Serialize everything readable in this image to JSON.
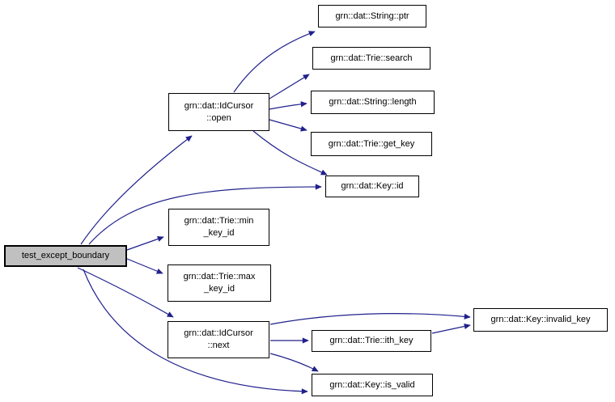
{
  "diagram": {
    "type": "call-graph",
    "colors": {
      "edge": "#20208c",
      "node_border": "#000000",
      "node_fill": "#ffffff",
      "highlight_fill": "#c0c0c0",
      "background": "#ffffff",
      "text": "#000000"
    },
    "nodes": {
      "test_except_boundary": {
        "label": "test_except_boundary",
        "highlighted": true
      },
      "idcursor_open": {
        "line1": "grn::dat::IdCursor",
        "line2": "::open"
      },
      "string_ptr": {
        "label": "grn::dat::String::ptr"
      },
      "trie_search": {
        "label": "grn::dat::Trie::search"
      },
      "string_length": {
        "label": "grn::dat::String::length"
      },
      "trie_get_key": {
        "label": "grn::dat::Trie::get_key"
      },
      "key_id": {
        "label": "grn::dat::Key::id"
      },
      "trie_min_key_id": {
        "line1": "grn::dat::Trie::min",
        "line2": "_key_id"
      },
      "trie_max_key_id": {
        "line1": "grn::dat::Trie::max",
        "line2": "_key_id"
      },
      "idcursor_next": {
        "line1": "grn::dat::IdCursor",
        "line2": "::next"
      },
      "key_invalid_key": {
        "label": "grn::dat::Key::invalid_key"
      },
      "trie_ith_key": {
        "label": "grn::dat::Trie::ith_key"
      },
      "key_is_valid": {
        "label": "grn::dat::Key::is_valid"
      }
    },
    "edges": [
      {
        "from": "test_except_boundary",
        "to": "idcursor_open"
      },
      {
        "from": "test_except_boundary",
        "to": "key_id"
      },
      {
        "from": "test_except_boundary",
        "to": "trie_min_key_id"
      },
      {
        "from": "test_except_boundary",
        "to": "trie_max_key_id"
      },
      {
        "from": "test_except_boundary",
        "to": "idcursor_next"
      },
      {
        "from": "test_except_boundary",
        "to": "key_is_valid"
      },
      {
        "from": "idcursor_open",
        "to": "string_ptr"
      },
      {
        "from": "idcursor_open",
        "to": "trie_search"
      },
      {
        "from": "idcursor_open",
        "to": "string_length"
      },
      {
        "from": "idcursor_open",
        "to": "trie_get_key"
      },
      {
        "from": "idcursor_open",
        "to": "key_id"
      },
      {
        "from": "idcursor_next",
        "to": "key_invalid_key"
      },
      {
        "from": "idcursor_next",
        "to": "trie_ith_key"
      },
      {
        "from": "idcursor_next",
        "to": "key_is_valid"
      },
      {
        "from": "trie_ith_key",
        "to": "key_invalid_key"
      }
    ]
  }
}
